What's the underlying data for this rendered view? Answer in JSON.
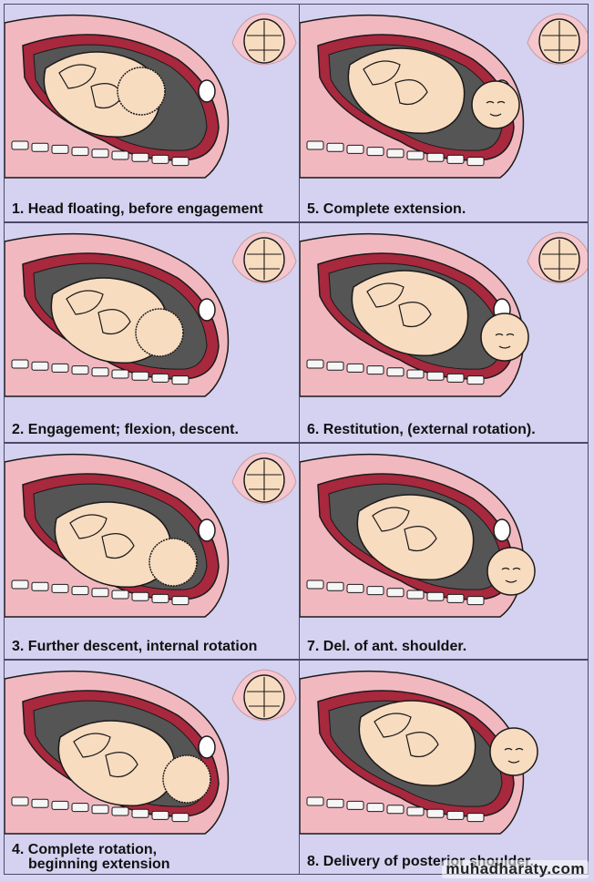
{
  "colors": {
    "background": "#d4d2f0",
    "maternal_tissue": "#f2b8c0",
    "uterus_wall": "#a8283e",
    "fetus_skin": "#f8dcc0",
    "outline": "#1a1a1a",
    "spine": "#f6f6f6"
  },
  "panels": [
    {
      "caption": "1.  Head floating, before engagement",
      "caption_lines": [
        "1.  Head floating, before engagement"
      ],
      "fetus_position": "floating",
      "inset_icon": "fetal-skull-top-view-icon"
    },
    {
      "caption": "5.  Complete extension.",
      "caption_lines": [
        "5.  Complete extension."
      ],
      "fetus_position": "head-extended",
      "inset_icon": "fetal-skull-top-view-icon"
    },
    {
      "caption": "2.  Engagement; flexion, descent.",
      "caption_lines": [
        "2.  Engagement; flexion, descent."
      ],
      "fetus_position": "engaged",
      "inset_icon": "fetal-skull-top-view-icon"
    },
    {
      "caption": "6.  Restitution, (external rotation).",
      "caption_lines": [
        "6.  Restitution, (external rotation)."
      ],
      "fetus_position": "head-delivered",
      "inset_icon": "fetal-skull-top-view-icon"
    },
    {
      "caption": "3.  Further descent, internal rotation",
      "caption_lines": [
        "3.  Further descent, internal rotation"
      ],
      "fetus_position": "descended",
      "inset_icon": "fetal-skull-top-view-icon"
    },
    {
      "caption": "7. Del. of ant. shoulder.",
      "caption_lines": [
        "7. Del. of ant. shoulder."
      ],
      "fetus_position": "anterior-shoulder",
      "inset_icon": null
    },
    {
      "caption": "4. Complete rotation, beginning extension",
      "caption_lines": [
        "4. Complete rotation,",
        "beginning extension"
      ],
      "fetus_position": "rotated",
      "inset_icon": "fetal-skull-top-view-icon"
    },
    {
      "caption": "8.  Delivery of posterior shoulder.",
      "caption_lines": [
        "8.  Delivery of posterior shoulder."
      ],
      "fetus_position": "posterior-shoulder",
      "inset_icon": null
    }
  ],
  "watermark": "muhadharaty.com"
}
